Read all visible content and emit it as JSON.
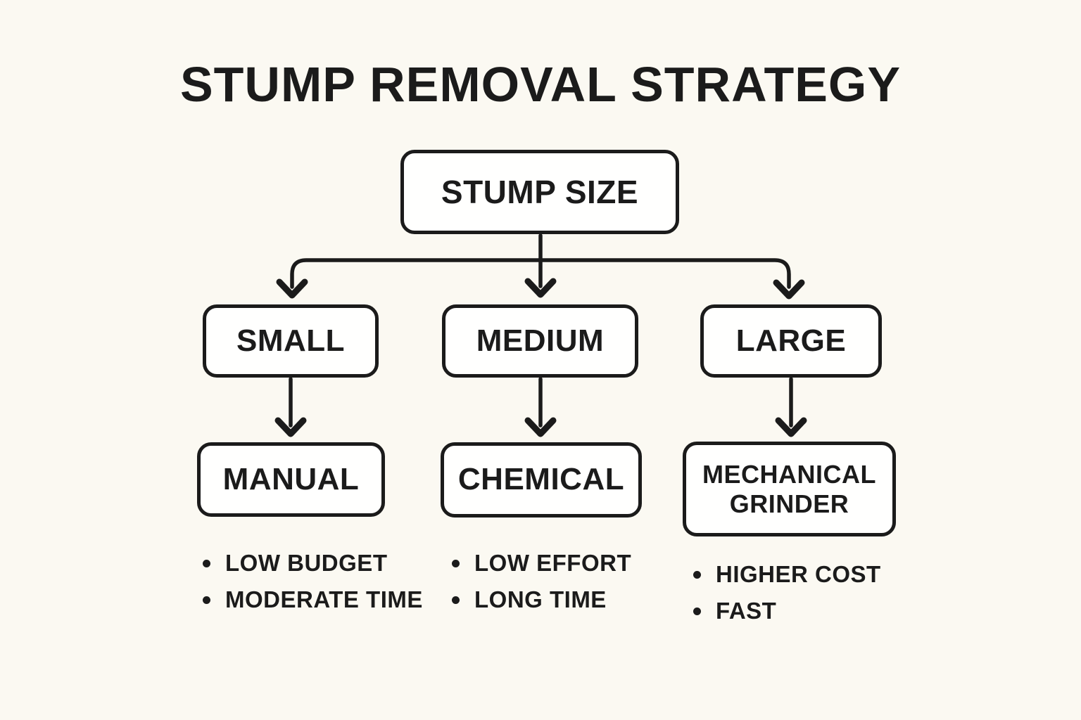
{
  "page": {
    "title": "STUMP REMOVAL STRATEGY"
  },
  "flowchart": {
    "root": {
      "label": "STUMP SIZE"
    },
    "branches": [
      {
        "size": "SMALL",
        "method": "MANUAL",
        "notes": [
          "LOW BUDGET",
          "MODERATE TIME"
        ]
      },
      {
        "size": "MEDIUM",
        "method": "CHEMICAL",
        "notes": [
          "LOW EFFORT",
          "LONG TIME"
        ]
      },
      {
        "size": "LARGE",
        "method": "MECHANICAL GRINDER",
        "notes": [
          "HIGHER COST",
          "FAST"
        ]
      }
    ]
  },
  "colors": {
    "background": "#FBF9F2",
    "ink": "#1B1B1B",
    "box_fill": "#FFFFFE"
  }
}
